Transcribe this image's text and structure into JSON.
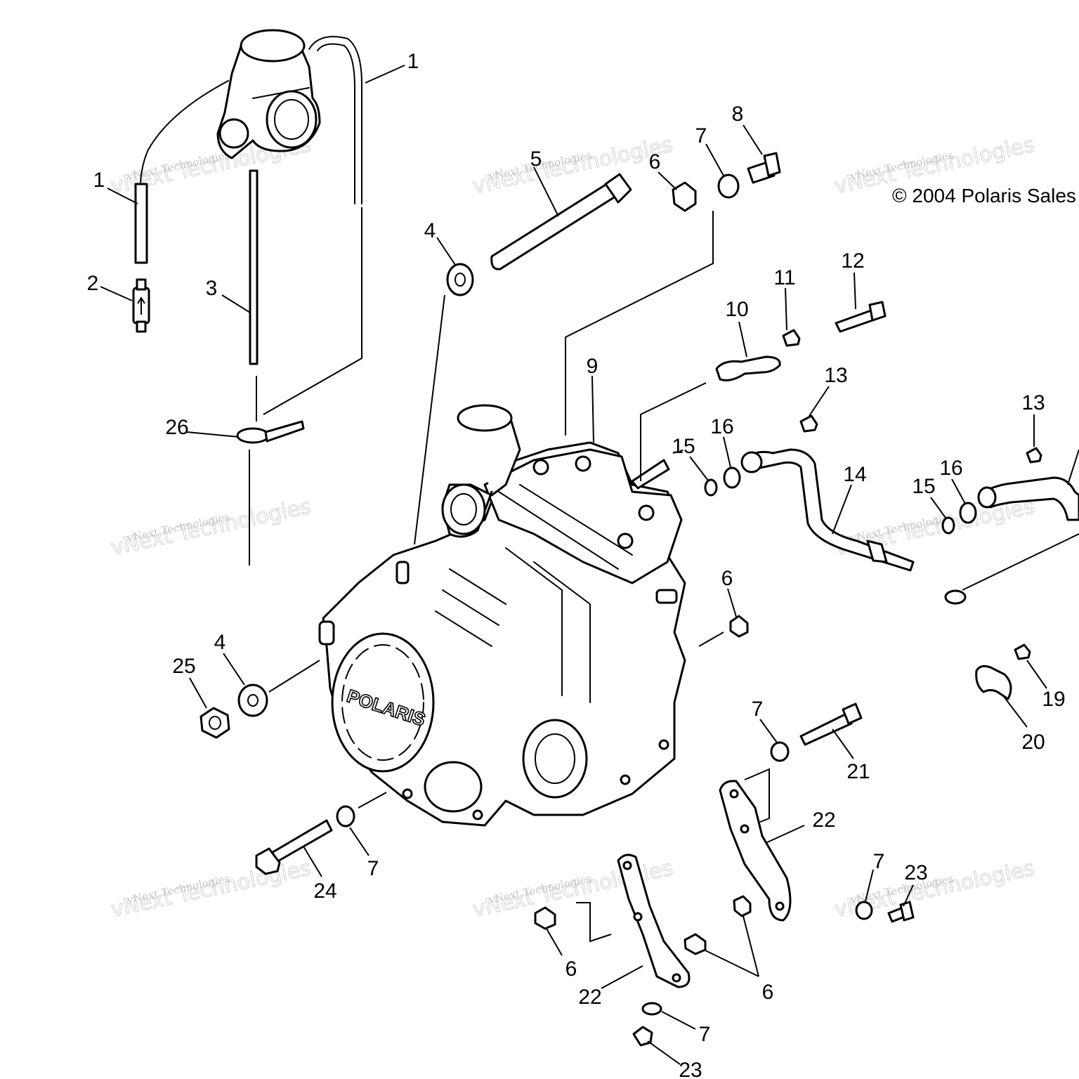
{
  "copyright": "© 2004 Polaris Sales",
  "engine_brand": "POLARIS",
  "watermark": {
    "line1": "vNext Technologies",
    "line2": "vNext Technologies"
  },
  "callouts": {
    "c1a": "1",
    "c1b": "1",
    "c2": "2",
    "c3": "3",
    "c4a": "4",
    "c4b": "4",
    "c5": "5",
    "c6a": "6",
    "c6b": "6",
    "c6c": "6",
    "c6d": "6",
    "c7a": "7",
    "c7b": "7",
    "c7c": "7",
    "c7d": "7",
    "c7e": "7",
    "c8": "8",
    "c9": "9",
    "c10": "10",
    "c11": "11",
    "c12": "12",
    "c13a": "13",
    "c13b": "13",
    "c14": "14",
    "c15a": "15",
    "c15b": "15",
    "c16a": "16",
    "c16b": "16",
    "c19": "19",
    "c20": "20",
    "c21": "21",
    "c22a": "22",
    "c22b": "22",
    "c23a": "23",
    "c23b": "23",
    "c24": "24",
    "c25": "25",
    "c26": "26"
  }
}
